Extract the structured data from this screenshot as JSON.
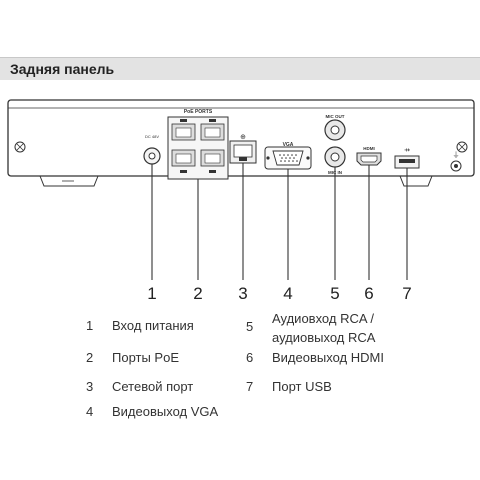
{
  "header": {
    "title": "Задняя панель"
  },
  "panel": {
    "poe_label": "PoE PORTS",
    "power_label": "DC 48V",
    "vga_label": "VGA",
    "mic_out_label": "MIC OUT",
    "mic_in_label": "MIC IN",
    "hdmi_label": "HDMI",
    "usb_label": "USB"
  },
  "callouts": [
    "1",
    "2",
    "3",
    "4",
    "5",
    "6",
    "7"
  ],
  "legend": [
    {
      "num": "1",
      "text": "Вход питания"
    },
    {
      "num": "2",
      "text": "Порты PoE"
    },
    {
      "num": "3",
      "text": "Сетевой порт"
    },
    {
      "num": "4",
      "text": "Видеовыход VGA"
    },
    {
      "num": "5",
      "text_line1": "Аудиовход RCA /",
      "text_line2": "аудиовыход RCA"
    },
    {
      "num": "6",
      "text": "Видеовыход HDMI"
    },
    {
      "num": "7",
      "text": "Порт USB"
    }
  ],
  "colors": {
    "header_bg": "#e3e3e3",
    "line": "#333333"
  }
}
